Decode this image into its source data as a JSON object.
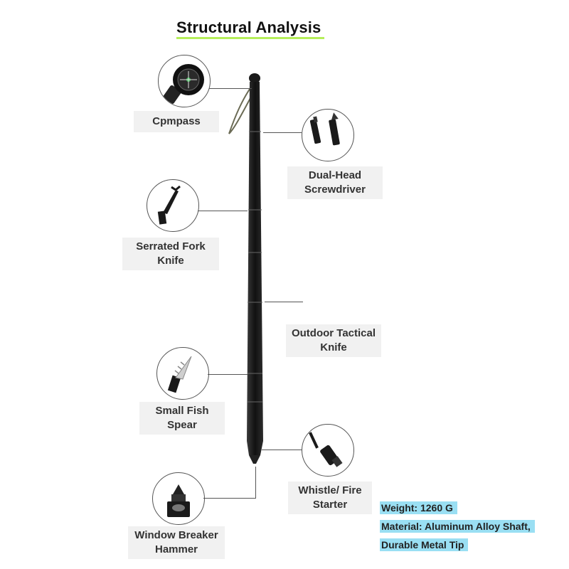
{
  "title": "Structural Analysis",
  "colors": {
    "accent_underline": "#b5ee5a",
    "spec_highlight": "#9adff3",
    "label_bg": "#f1f1f1",
    "stick": "#1a1a1a"
  },
  "features": {
    "compass": {
      "line1": "Cpmpass",
      "icon": "compass-icon"
    },
    "screwdriver": {
      "line1": "Dual-Head",
      "line2": "Screwdriver",
      "icon": "screwdriver-icon"
    },
    "fork_knife": {
      "line1": "Serrated Fork",
      "line2": "Knife",
      "icon": "fork-knife-icon"
    },
    "tactical_knife": {
      "line1": "Outdoor Tactical",
      "line2": "Knife"
    },
    "fish_spear": {
      "line1": "Small Fish",
      "line2": "Spear",
      "icon": "fish-spear-icon"
    },
    "whistle": {
      "line1": "Whistle/ Fire",
      "line2": "Starter",
      "icon": "whistle-icon"
    },
    "hammer": {
      "line1": "Window Breaker",
      "line2": "Hammer",
      "icon": "hammer-icon"
    }
  },
  "specs": {
    "weight": "Weight:  1260 G",
    "material_1": "Material:  Aluminum Alloy Shaft,",
    "material_2": "Durable Metal Tip"
  }
}
